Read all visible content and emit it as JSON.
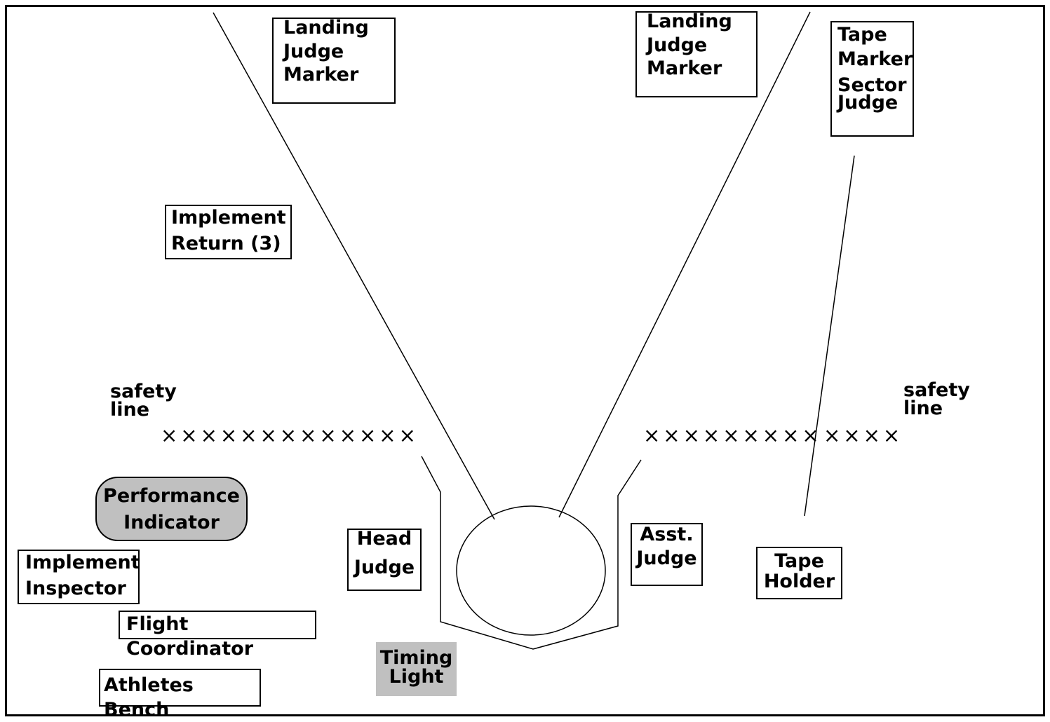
{
  "boxes": {
    "landing_judge_left": [
      "Landing",
      "Judge",
      "Marker"
    ],
    "landing_judge_right": [
      "Landing",
      "Judge",
      "Marker"
    ],
    "tape_marker": [
      "Tape",
      "Marker",
      "Sector",
      "Judge"
    ],
    "implement_return": [
      "Implement",
      "Return (3)"
    ],
    "performance_indicator": [
      "Performance",
      "Indicator"
    ],
    "implement_inspector": [
      "Implement",
      "Inspector"
    ],
    "flight_coordinator": [
      "Flight Coordinator"
    ],
    "athletes_bench": [
      "Athletes Bench"
    ],
    "head_judge": [
      "Head",
      "Judge"
    ],
    "timing_light": [
      "Timing",
      "Light"
    ],
    "asst_judge": [
      "Asst.",
      "Judge"
    ],
    "tape_holder": [
      "Tape",
      "Holder"
    ]
  },
  "safety_line": [
    "safety",
    "line"
  ],
  "x_marks": {
    "left": "×××××××××××××",
    "right_a": "×××××××××",
    "right_b": "××××"
  }
}
